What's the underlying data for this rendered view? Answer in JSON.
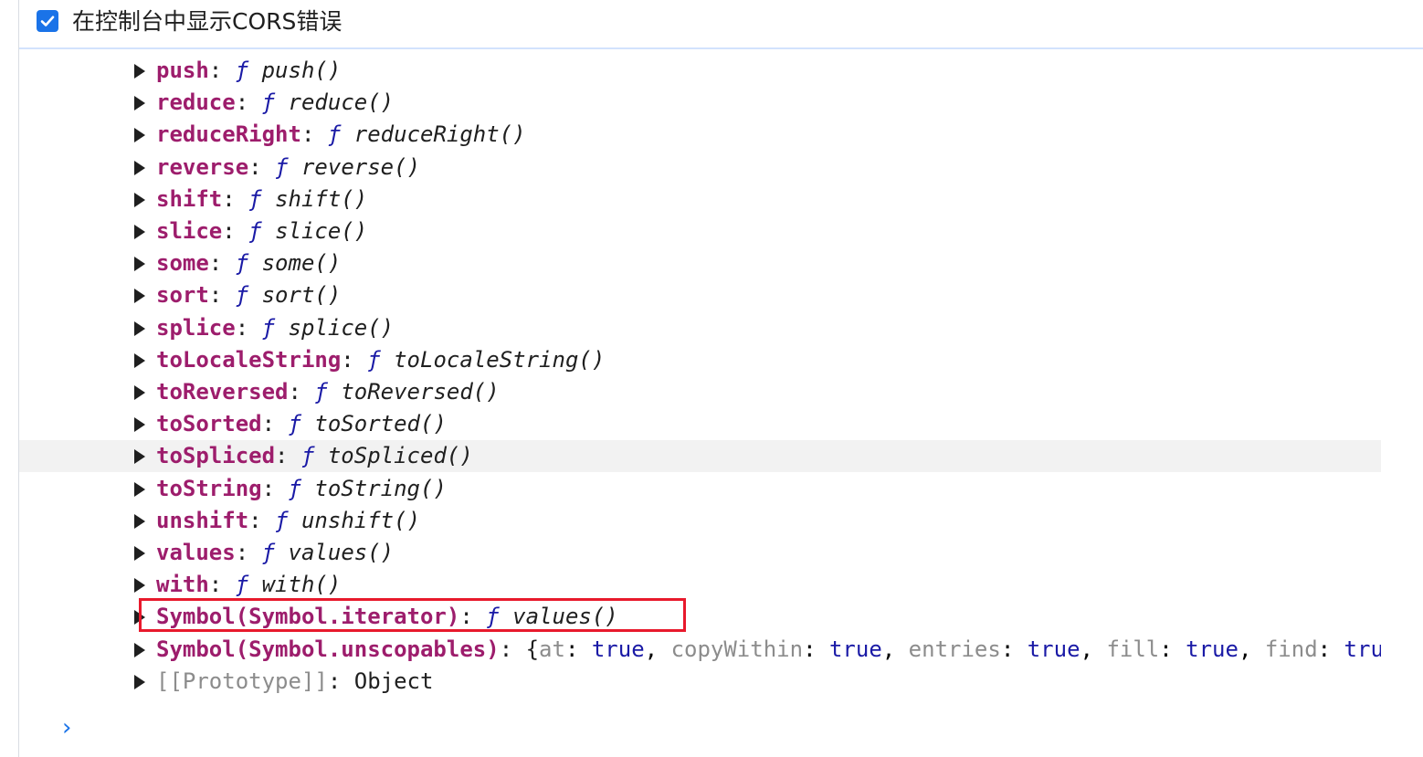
{
  "option": {
    "label": "在控制台中显示CORS错误",
    "checked": true
  },
  "rows": [
    {
      "key": "push",
      "value": "push()"
    },
    {
      "key": "reduce",
      "value": "reduce()"
    },
    {
      "key": "reduceRight",
      "value": "reduceRight()"
    },
    {
      "key": "reverse",
      "value": "reverse()"
    },
    {
      "key": "shift",
      "value": "shift()"
    },
    {
      "key": "slice",
      "value": "slice()"
    },
    {
      "key": "some",
      "value": "some()"
    },
    {
      "key": "sort",
      "value": "sort()"
    },
    {
      "key": "splice",
      "value": "splice()"
    },
    {
      "key": "toLocaleString",
      "value": "toLocaleString()"
    },
    {
      "key": "toReversed",
      "value": "toReversed()"
    },
    {
      "key": "toSorted",
      "value": "toSorted()"
    },
    {
      "key": "toSpliced",
      "value": "toSpliced()"
    },
    {
      "key": "toString",
      "value": "toString()"
    },
    {
      "key": "unshift",
      "value": "unshift()"
    },
    {
      "key": "values",
      "value": "values()"
    },
    {
      "key": "with",
      "value": "with()"
    },
    {
      "key": "Symbol(Symbol.iterator)",
      "value": "values()"
    }
  ],
  "function_marker": "ƒ",
  "unscopables": {
    "key": "Symbol(Symbol.unscopables)",
    "open_brace": "{",
    "props": [
      {
        "name": "at",
        "value": "true"
      },
      {
        "name": "copyWithin",
        "value": "true"
      },
      {
        "name": "entries",
        "value": "true"
      },
      {
        "name": "fill",
        "value": "true"
      },
      {
        "name": "find",
        "value": "true"
      }
    ]
  },
  "prototype": {
    "key": "[[Prototype]]",
    "value": "Object"
  },
  "prompt_symbol": "›",
  "colors": {
    "key": "#9d1d6c",
    "function_keyword": "#1a1aa6",
    "checkbox": "#1a73e8",
    "highlight_border": "#e8192c",
    "hover_row": "#f2f2f2"
  }
}
